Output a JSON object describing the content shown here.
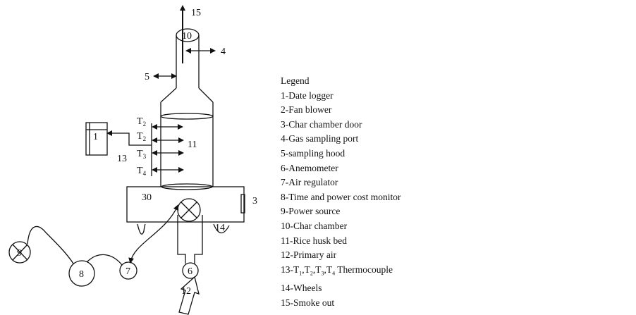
{
  "diagram": {
    "labels": {
      "smoke_out": "15",
      "char_chamber": "10",
      "gas_port": "4",
      "hood": "5",
      "rice_bed": "11",
      "thermocouple": "13",
      "data_logger": "1",
      "base": "30",
      "door": "3",
      "wheels": "14",
      "anemometer": "6",
      "primary_air": "12",
      "air_regulator": "7",
      "monitor": "8",
      "power_source": "9",
      "t_letter": "T",
      "t_subs": [
        "2",
        "2",
        "3",
        "4"
      ]
    }
  },
  "legend": {
    "title": "Legend",
    "items": [
      "1-Date logger",
      "2-Fan blower",
      "3-Char chamber door",
      "4-Gas sampling port",
      "5-sampling hood",
      "6-Anemometer",
      "7-Air regulator",
      "8-Time and power cost monitor",
      "9-Power source",
      "10-Char chamber",
      "11-Rice husk bed",
      "12-Primary air"
    ],
    "item13": {
      "prefix": "13-",
      "t": "T",
      "subs": [
        "1",
        "2",
        "3",
        "4"
      ],
      "suffix": " Thermocouple"
    },
    "items_tail": [
      "14-Wheels",
      "15-Smoke out"
    ]
  }
}
